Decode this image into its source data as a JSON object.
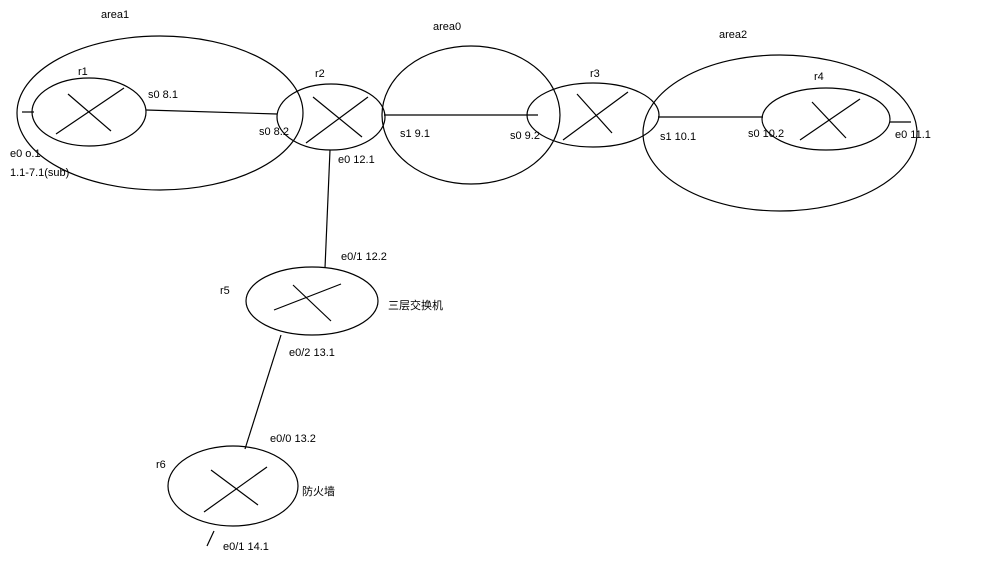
{
  "areas": {
    "area1": "area1",
    "area0": "area0",
    "area2": "area2"
  },
  "routers": {
    "r1": "r1",
    "r2": "r2",
    "r3": "r3",
    "r4": "r4",
    "r5": "r5",
    "r6": "r6"
  },
  "devices": {
    "r5_type": "三层交换机",
    "r6_type": "防火墙"
  },
  "interfaces": {
    "r1_s0": "s0 8.1",
    "r1_e0": "e0 o.1",
    "r1_sub": "1.1-7.1(sub)",
    "r2_s0": "s0 8.2",
    "r2_s1": "s1 9.1",
    "r2_e0": "e0 12.1",
    "r3_s0": "s0 9.2",
    "r3_s1": "s1 10.1",
    "r4_s0": "s0 10.2",
    "r4_e0": "e0 11.1",
    "r5_e01": "e0/1 12.2",
    "r5_e02": "e0/2 13.1",
    "r6_e00": "e0/0 13.2",
    "r6_e01": "e0/1 14.1"
  },
  "colors": {
    "stroke": "#000000",
    "background": "#ffffff"
  }
}
